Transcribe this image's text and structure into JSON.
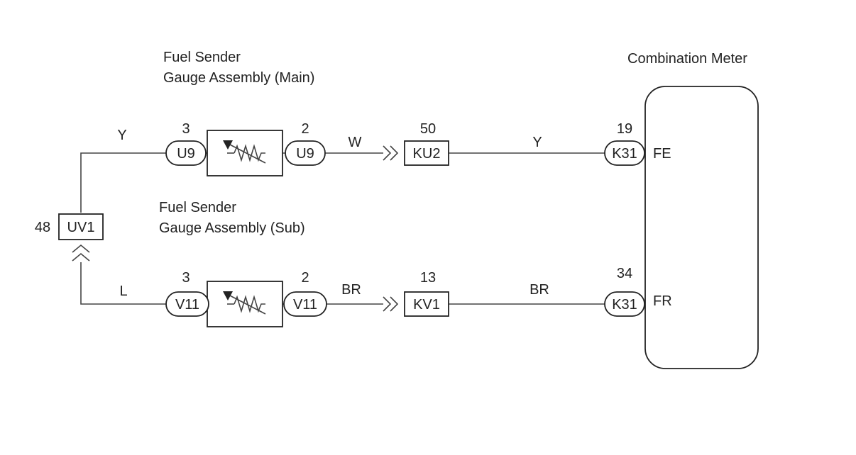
{
  "components": {
    "sender_main": {
      "title_line1": "Fuel Sender",
      "title_line2": "Gauge Assembly (Main)"
    },
    "sender_sub": {
      "title_line1": "Fuel Sender",
      "title_line2": "Gauge Assembly (Sub)"
    },
    "meter": {
      "title": "Combination Meter",
      "term_fe": "FE",
      "term_fr": "FR"
    }
  },
  "connectors": {
    "u9_left": {
      "code": "U9",
      "pin": "3"
    },
    "u9_right": {
      "code": "U9",
      "pin": "2"
    },
    "ku2": {
      "code": "KU2",
      "pin": "50"
    },
    "k31_top": {
      "code": "K31",
      "pin": "19"
    },
    "uv1": {
      "code": "UV1",
      "pin": "48"
    },
    "v11_left": {
      "code": "V11",
      "pin": "3"
    },
    "v11_right": {
      "code": "V11",
      "pin": "2"
    },
    "kv1": {
      "code": "KV1",
      "pin": "13"
    },
    "k31_bottom": {
      "code": "K31",
      "pin": "34"
    }
  },
  "wire_colors": {
    "top_left": "Y",
    "top_mid": "W",
    "top_right": "Y",
    "bottom_left": "L",
    "bottom_mid": "BR",
    "bottom_right": "BR"
  }
}
